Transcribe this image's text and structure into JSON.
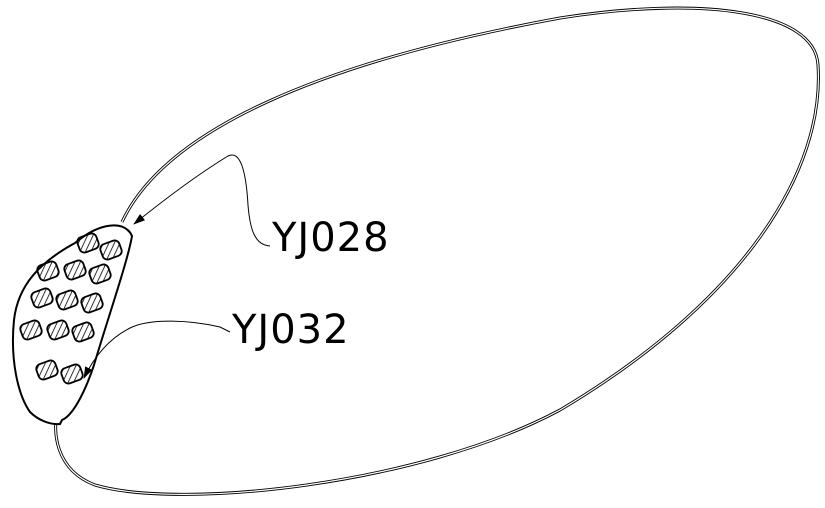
{
  "diagram": {
    "colors": {
      "stroke": "#000000",
      "background": "#ffffff"
    },
    "callouts": [
      {
        "id": "YJ028",
        "label": "YJ028"
      },
      {
        "id": "YJ032",
        "label": "YJ032"
      }
    ]
  }
}
